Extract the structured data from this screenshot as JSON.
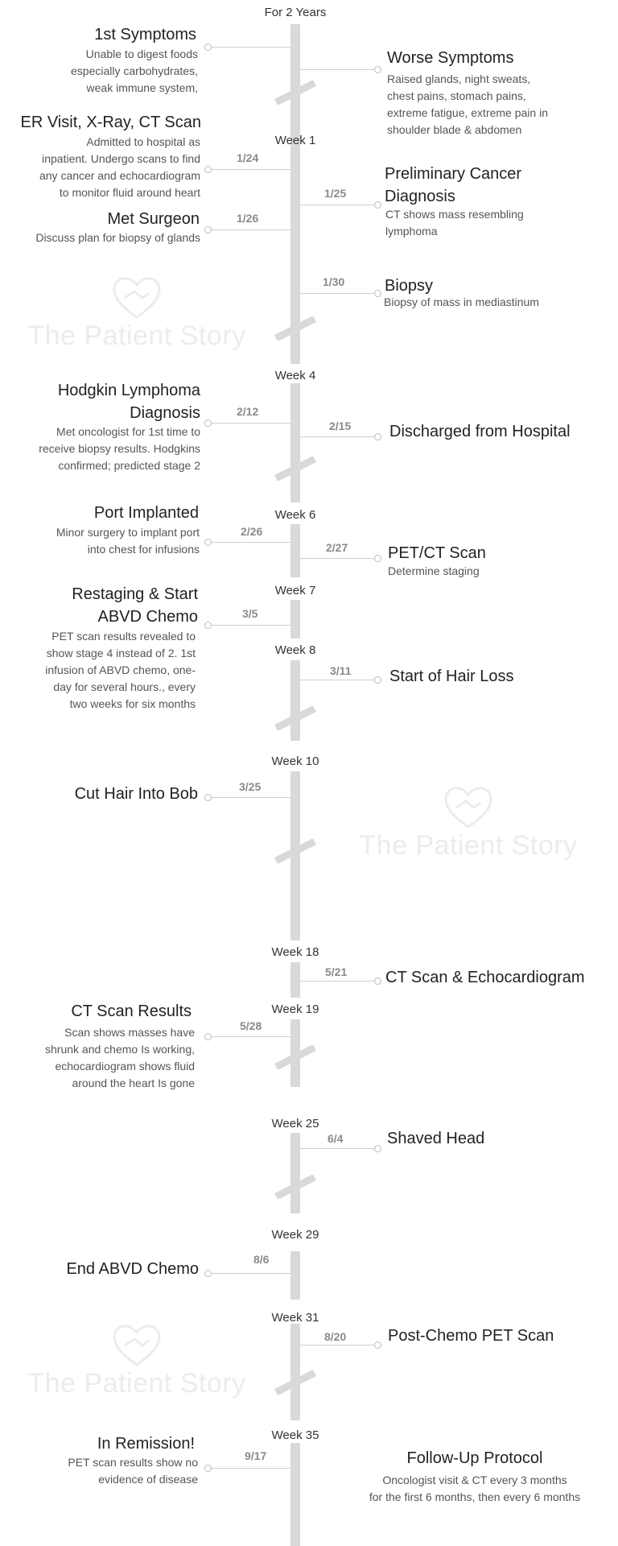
{
  "header": {
    "label": "For 2 Years"
  },
  "watermark": {
    "text": "The Patient Story"
  },
  "weeks": [
    "Week 1",
    "Week 4",
    "Week 6",
    "Week 7",
    "Week 8",
    "Week 10",
    "Week 18",
    "Week 19",
    "Week 25",
    "Week 29",
    "Week 31",
    "Week 35"
  ],
  "events": [
    {
      "title": "1st Symptoms",
      "desc": [
        "Unable to digest foods",
        "especially carbohydrates,",
        "weak immune system,"
      ]
    },
    {
      "title": "Worse Symptoms",
      "desc": [
        "Raised glands, night sweats,",
        "chest pains, stomach pains,",
        "extreme fatigue, extreme pain in",
        "shoulder blade & abdomen"
      ]
    },
    {
      "date": "1/24",
      "title": "ER Visit, X-Ray, CT Scan",
      "desc": [
        "Admitted to hospital as",
        "inpatient. Undergo scans to find",
        "any cancer and echocardiogram",
        "to monitor fluid around heart"
      ]
    },
    {
      "date": "1/25",
      "title": [
        "Preliminary Cancer",
        "Diagnosis"
      ],
      "desc": [
        "CT shows mass resembling",
        "lymphoma"
      ]
    },
    {
      "date": "1/26",
      "title": "Met Surgeon",
      "desc": [
        "Discuss plan for biopsy of glands"
      ]
    },
    {
      "date": "1/30",
      "title": "Biopsy",
      "desc": [
        "Biopsy of mass in mediastinum"
      ]
    },
    {
      "date": "2/12",
      "title": [
        "Hodgkin Lymphoma",
        "Diagnosis"
      ],
      "desc": [
        "Met oncologist for 1st time to",
        "receive biopsy results. Hodgkins",
        "confirmed; predicted stage 2"
      ]
    },
    {
      "date": "2/15",
      "title": "Discharged from Hospital"
    },
    {
      "date": "2/26",
      "title": "Port Implanted",
      "desc": [
        "Minor surgery to implant port",
        "into chest for infusions"
      ]
    },
    {
      "date": "2/27",
      "title": "PET/CT Scan",
      "desc": [
        "Determine staging"
      ]
    },
    {
      "date": "3/5",
      "title": [
        "Restaging & Start",
        "ABVD Chemo"
      ],
      "desc": [
        "PET scan results revealed to",
        "show stage 4 instead of 2. 1st",
        "infusion of ABVD chemo, one-",
        "day for several hours., every",
        "two weeks for six months"
      ]
    },
    {
      "date": "3/11",
      "title": "Start of Hair Loss"
    },
    {
      "date": "3/25",
      "title": "Cut Hair Into Bob"
    },
    {
      "date": "5/21",
      "title": "CT Scan & Echocardiogram"
    },
    {
      "date": "5/28",
      "title": "CT Scan Results",
      "desc": [
        "Scan shows masses have",
        "shrunk and chemo Is working,",
        "echocardiogram shows fluid",
        "around the heart Is gone"
      ]
    },
    {
      "date": "6/4",
      "title": "Shaved Head"
    },
    {
      "date": "8/6",
      "title": "End ABVD Chemo"
    },
    {
      "date": "8/20",
      "title": "Post-Chemo PET Scan"
    },
    {
      "date": "9/17",
      "title": "In Remission!",
      "desc": [
        "PET scan results show no",
        "evidence of disease"
      ]
    },
    {
      "title": "Follow-Up Protocol",
      "desc": [
        "Oncologist visit & CT every 3 months",
        "for the first 6 months, then every 6 months"
      ]
    }
  ],
  "colors": {
    "spine": "#d9d9d9",
    "text": "#222222",
    "muted": "#555555",
    "date": "#8a8a8a"
  }
}
